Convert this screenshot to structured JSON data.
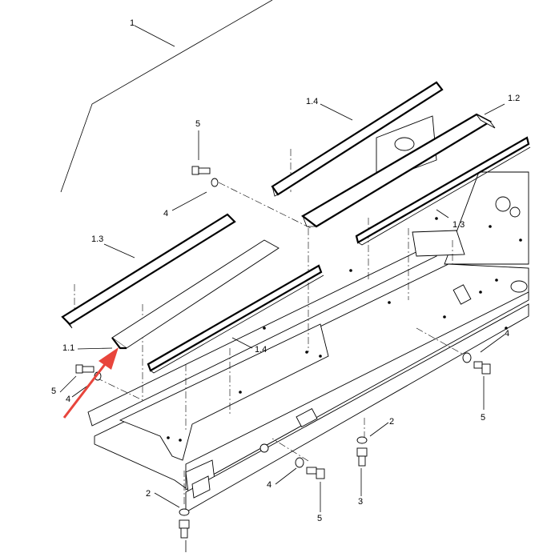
{
  "callouts": {
    "c1": "1",
    "c1_4_top": "1.4",
    "c1_2": "1.2",
    "c1_3_left": "1.3",
    "c1_3_right": "1.3",
    "c1_1": "1.1",
    "c1_4_mid": "1.4",
    "c5_top": "5",
    "c4_top": "4",
    "c5_left": "5",
    "c4_left": "4",
    "c4_right": "4",
    "c5_right": "5",
    "c2_mid": "2",
    "c3_mid": "3",
    "c4_bottom": "4",
    "c5_bottom": "5",
    "c2_left": "2"
  },
  "colors": {
    "line": "#000000",
    "arrow": "#e8453c",
    "background": "#ffffff"
  }
}
